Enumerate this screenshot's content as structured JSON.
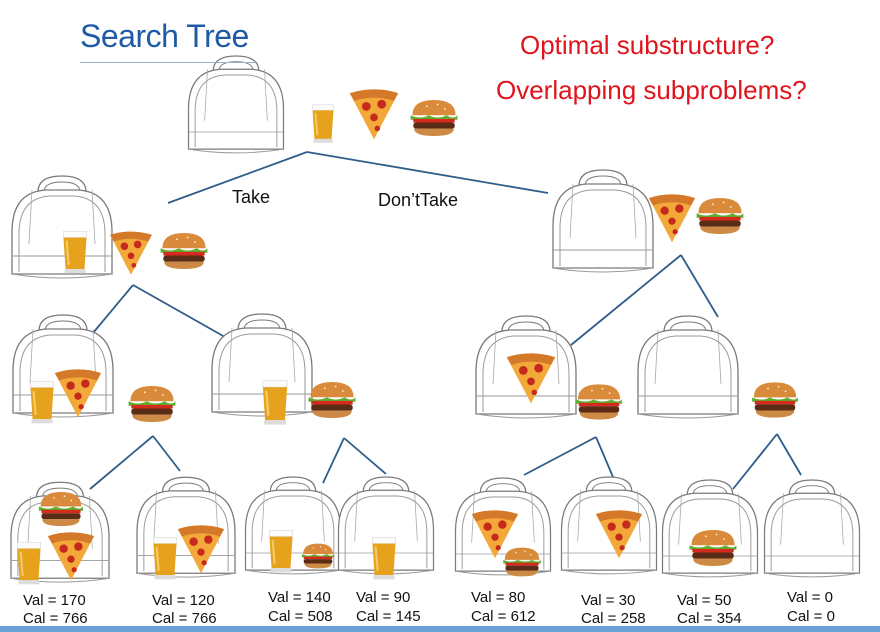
{
  "title": "Search Tree",
  "questions": [
    "Optimal substructure?",
    "Overlapping subproblems?"
  ],
  "edge_labels": {
    "take": "Take",
    "dont_take": "Don’tTake"
  },
  "leaves": [
    {
      "val": "Val = 170",
      "cal": "Cal = 766"
    },
    {
      "val": "Val = 120",
      "cal": "Cal = 766"
    },
    {
      "val": "Val = 140",
      "cal": "Cal = 508"
    },
    {
      "val": "Val = 90",
      "cal": "Cal = 145"
    },
    {
      "val": "Val = 80",
      "cal": "Cal = 612"
    },
    {
      "val": "Val = 30",
      "cal": "Cal = 258"
    },
    {
      "val": "Val = 50",
      "cal": "Cal = 354"
    },
    {
      "val": "Val = 0",
      "cal": "Cal = 0"
    }
  ],
  "colors": {
    "title": "#1f5aa6",
    "question": "#e0141c",
    "edge": "#2f5d8a"
  },
  "icons": [
    "backpack-icon",
    "beer-icon",
    "pizza-icon",
    "burger-icon"
  ]
}
